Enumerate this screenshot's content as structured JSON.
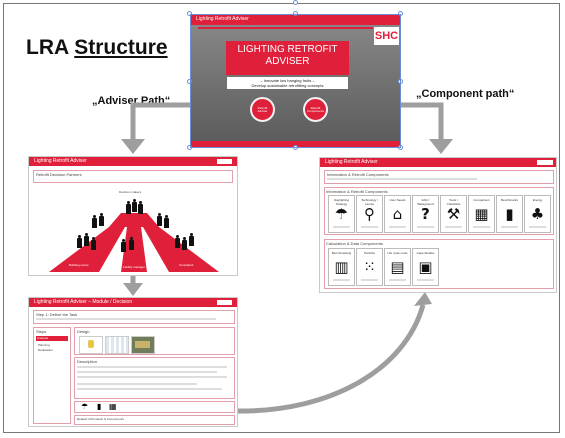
{
  "title": {
    "prefix": "LRA",
    "underlined": "Structure"
  },
  "paths": {
    "adviser": "„Adviser Path“",
    "component": "„Component path“"
  },
  "hero": {
    "bar_title": "Lighting Retrofit Adviser",
    "logo": "SHC",
    "heading_line1": "LIGHTING RETROFIT",
    "heading_line2": "ADVISER",
    "sub1": "– Innovate low hanging fruits –",
    "sub2": "Develop sustainable retrofitting concepts",
    "btn_left": "Retrofit Adviser",
    "btn_right": "Retrofit Components"
  },
  "adviser_screen": {
    "bar_title": "Lighting Retrofit Adviser",
    "heading": "Retrofit Decision Partners",
    "stakeholders": [
      "Decision makers",
      "Building owner",
      "Facility manager",
      "Consultant"
    ]
  },
  "component_screen": {
    "bar_title": "Lighting Retrofit Adviser",
    "section1": "Information & Retrofit Components",
    "section2": "Calculation & Data Components",
    "cards_row1": [
      "Daylighting Strategy",
      "Technology / Lamps",
      "User Needs",
      "FAQ / Background",
      "Tools / Checklists",
      "Comparison",
      "Benchmarks",
      "Energy"
    ],
    "cards_row2": [
      "Benchmarking",
      "Portfolio",
      "Life cycle costs",
      "Case Studies"
    ]
  },
  "step_screen": {
    "bar_title": "Lighting Retrofit Adviser – Module / Decision",
    "section1": "Step 1: Define the Task",
    "side_label": "Steps",
    "side_items": [
      "Analysis",
      "Planning",
      "Realisation"
    ],
    "design_label": "Design",
    "description_label": "Description",
    "bottom_label": "Related Information & Components"
  },
  "icons": {
    "card_row1": [
      "umbrella-icon",
      "magnifier-icon",
      "house-icon",
      "question-icon",
      "tools-icon",
      "grid-icon",
      "bars-icon",
      "plant-icon"
    ],
    "card_row2": [
      "bar-chart-icon",
      "dot-grid-icon",
      "calculator-icon",
      "picture-icon"
    ]
  },
  "colors": {
    "accent": "#e0203a",
    "arrow": "#9e9e9e",
    "selection": "#6a8fd8"
  }
}
